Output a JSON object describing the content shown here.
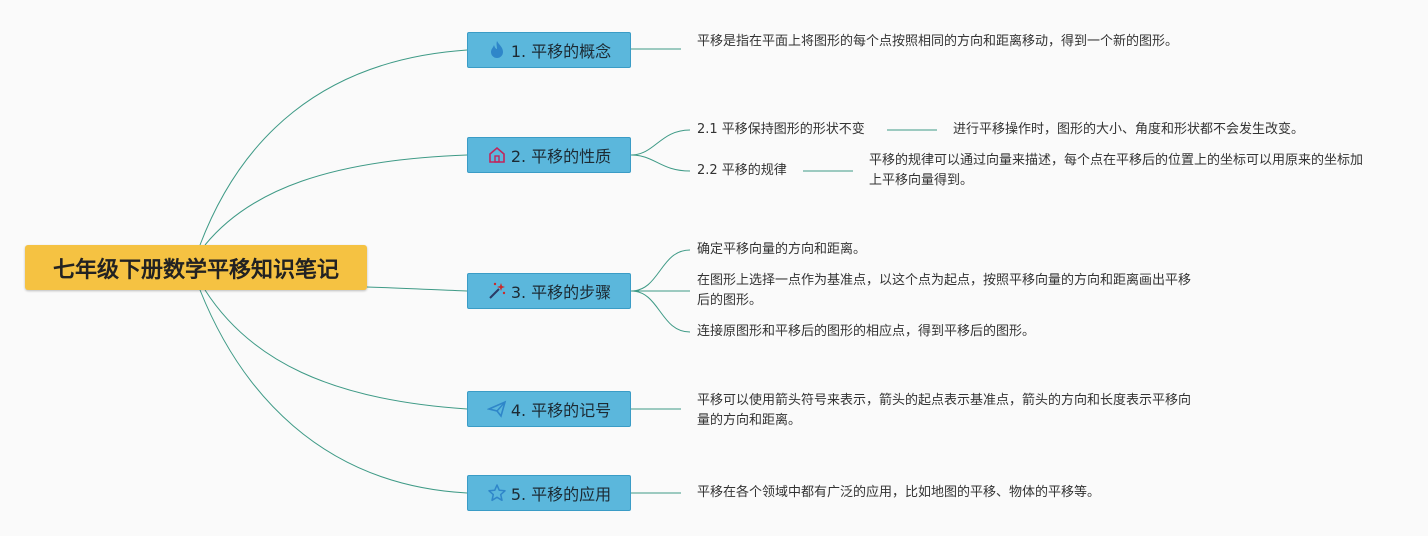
{
  "root": {
    "title": "七年级下册数学平移知识笔记"
  },
  "branches": [
    {
      "label": "1. 平移的概念",
      "icon": "fire-icon",
      "icon_color": "#2f86c9",
      "leaves": [
        {
          "text": "平移是指在平面上将图形的每个点按照相同的方向和距离移动，得到一个新的图形。"
        }
      ]
    },
    {
      "label": "2. 平移的性质",
      "icon": "home-icon",
      "icon_color": "#c2255c",
      "leaves": [
        {
          "text": "2.1 平移保持图形的形状不变",
          "detail": "进行平移操作时，图形的大小、角度和形状都不会发生改变。"
        },
        {
          "text": "2.2 平移的规律",
          "detail": "平移的规律可以通过向量来描述，每个点在平移后的位置上的坐标可以用原来的坐标加上平移向量得到。"
        }
      ]
    },
    {
      "label": "3. 平移的步骤",
      "icon": "magic-wand-icon",
      "icon_color": "#c92a2a",
      "leaves": [
        {
          "text": "确定平移向量的方向和距离。"
        },
        {
          "text": "在图形上选择一点作为基准点，以这个点为起点，按照平移向量的方向和距离画出平移后的图形。"
        },
        {
          "text": "连接原图形和平移后的图形的相应点，得到平移后的图形。"
        }
      ]
    },
    {
      "label": "4. 平移的记号",
      "icon": "paper-plane-icon",
      "icon_color": "#2f86c9",
      "leaves": [
        {
          "text": "平移可以使用箭头符号来表示，箭头的起点表示基准点，箭头的方向和长度表示平移向量的方向和距离。"
        }
      ]
    },
    {
      "label": "5. 平移的应用",
      "icon": "star-icon",
      "icon_color": "#2f86c9",
      "leaves": [
        {
          "text": "平移在各个领域中都有广泛的应用，比如地图的平移、物体的平移等。"
        }
      ]
    }
  ],
  "colors": {
    "connector": "#3e9a86",
    "root_fill": "#f5c242",
    "branch_fill": "#5bb7dc"
  }
}
